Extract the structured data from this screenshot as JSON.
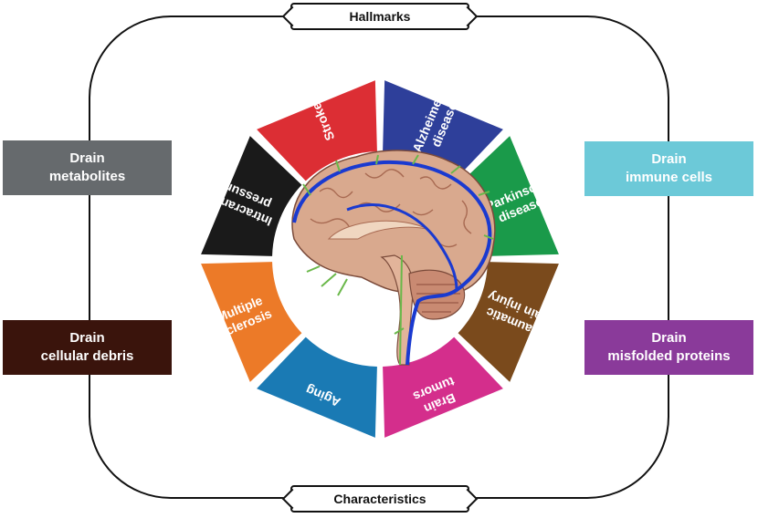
{
  "header": {
    "hallmarks": "Hallmarks"
  },
  "footer": {
    "characteristics": "Characteristics"
  },
  "left_boxes": [
    {
      "line1": "Drain",
      "line2": "metabolites",
      "color": "#666a6d"
    },
    {
      "line1": "Drain",
      "line2": "cellular debris",
      "color": "#3a140c"
    }
  ],
  "right_boxes": [
    {
      "line1": "Drain",
      "line2": "immune cells",
      "color": "#6cc9d8"
    },
    {
      "line1": "Drain",
      "line2": "misfolded proteins",
      "color": "#8a3a9a"
    }
  ],
  "segments": [
    {
      "lines": [
        "Alzheimer's",
        "disease"
      ],
      "color": "#2e3f9a"
    },
    {
      "lines": [
        "Parkinson",
        "disease"
      ],
      "color": "#1a9a4a"
    },
    {
      "lines": [
        "Traumatic",
        "brain injury"
      ],
      "color": "#7a4a1c"
    },
    {
      "lines": [
        "Brain",
        "tumors"
      ],
      "color": "#d42e8c"
    },
    {
      "lines": [
        "Aging"
      ],
      "color": "#1a7ab4"
    },
    {
      "lines": [
        "Multiple",
        "sclerosis"
      ],
      "color": "#ec7a28"
    },
    {
      "lines": [
        "Intracranial",
        "pressure"
      ],
      "color": "#1a1a1a"
    },
    {
      "lines": [
        "Stroke"
      ],
      "color": "#dc2e34"
    }
  ],
  "center_image": {
    "icon": "brain-sagittal-illustration"
  }
}
